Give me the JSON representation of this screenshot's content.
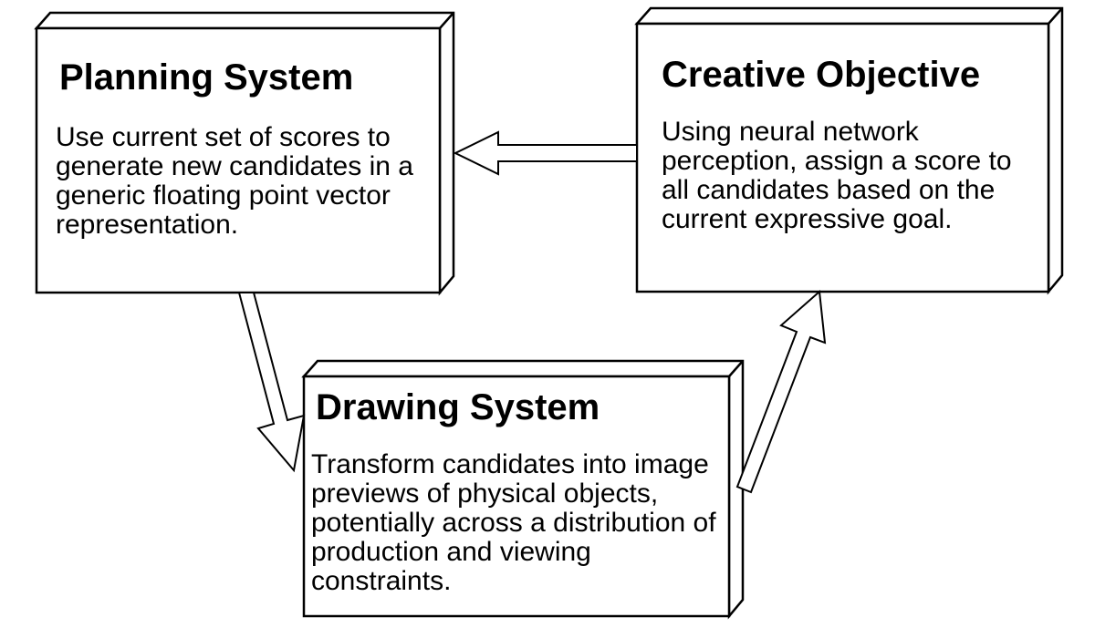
{
  "page": {
    "background_color": "#ffffff",
    "stroke_color": "#000000",
    "text_color": "#000000"
  },
  "diagram": {
    "boxes": [
      {
        "id": "planning-system",
        "title": "Planning System",
        "body": "Use current set of scores to\ngenerate new candidates in a\ngeneric floating point vector\nrepresentation."
      },
      {
        "id": "creative-objective",
        "title": "Creative Objective",
        "body": "Using neural network\nperception, assign a score to\nall candidates based on the\ncurrent expressive goal."
      },
      {
        "id": "drawing-system",
        "title": "Drawing System",
        "body": "Transform candidates into image\npreviews of physical objects,\npotentially across a distribution of\nproduction and viewing\nconstraints."
      }
    ],
    "arrows": [
      {
        "id": "arrow-creative-to-planning",
        "from": "Creative Objective",
        "to": "Planning System",
        "direction": "left"
      },
      {
        "id": "arrow-planning-to-drawing",
        "from": "Planning System",
        "to": "Drawing System",
        "direction": "down"
      },
      {
        "id": "arrow-drawing-to-creative",
        "from": "Drawing System",
        "to": "Creative Objective",
        "direction": "up-right"
      }
    ]
  }
}
